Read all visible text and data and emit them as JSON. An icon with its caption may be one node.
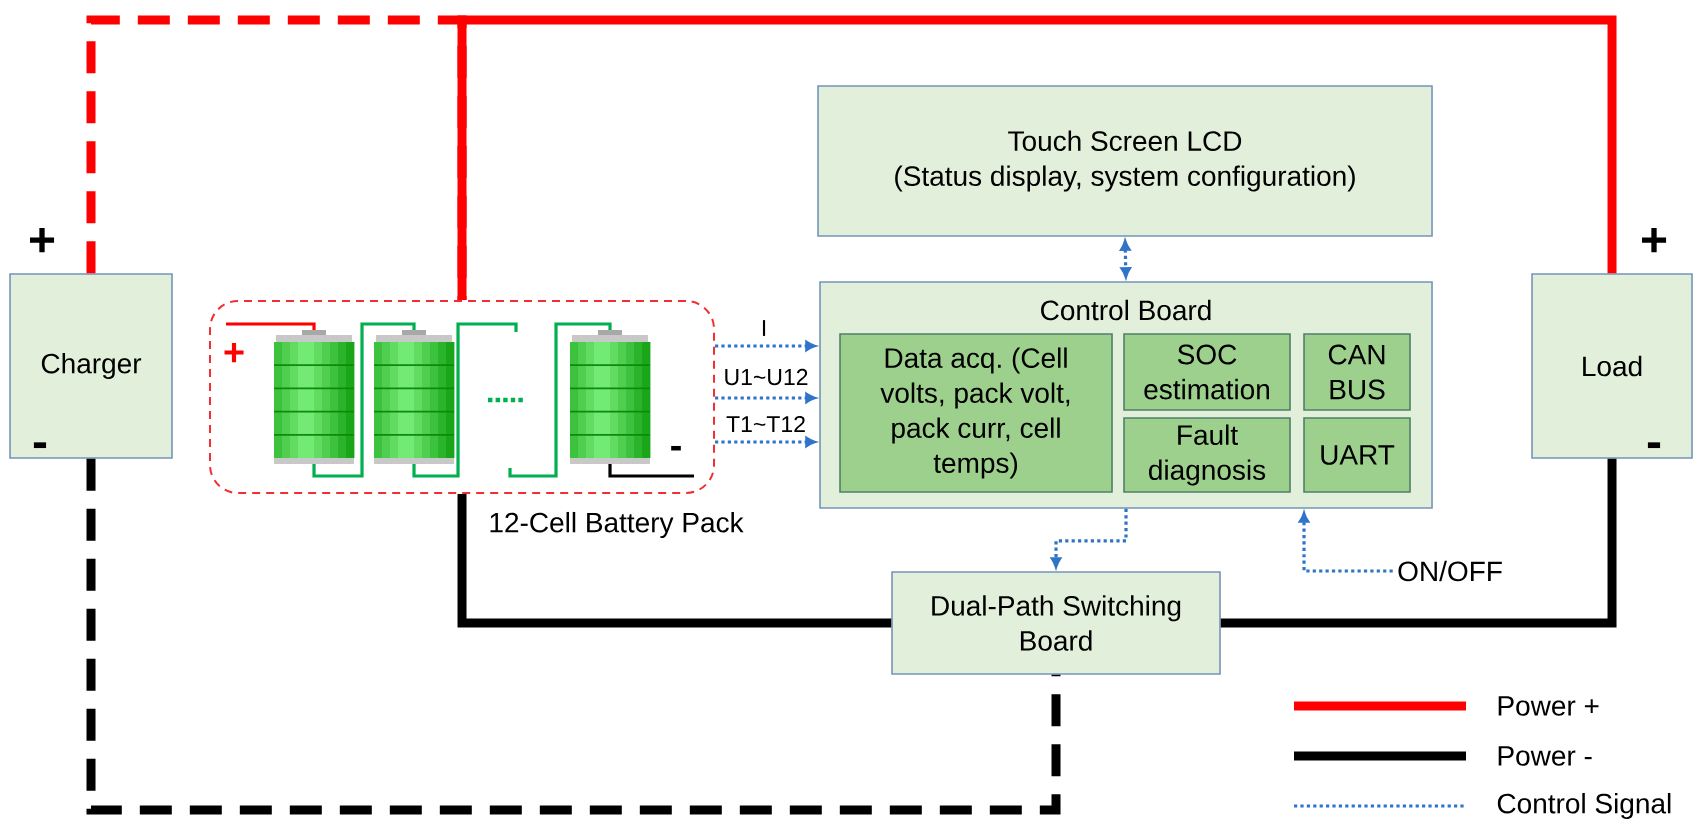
{
  "diagram": {
    "nodes": [
      {
        "text": [
          "Charger"
        ]
      },
      {
        "text": [
          "12-Cell Battery Pack"
        ]
      },
      {
        "text": [
          "Touch Screen LCD",
          "(Status display, system configuration)"
        ]
      },
      {
        "text": [
          "Control Board"
        ]
      },
      {
        "text": [
          "Data acq. (Cell volts, pack volt, pack curr, cell temps)"
        ],
        "in": 3
      },
      {
        "text": [
          "SOC estimation"
        ],
        "in": 3
      },
      {
        "text": [
          "CAN BUS"
        ],
        "in": 3
      },
      {
        "text": [
          "Fault diagnosis"
        ],
        "in": 3
      },
      {
        "text": [
          "UART"
        ],
        "in": 3
      },
      {
        "text": [
          "Load"
        ]
      },
      {
        "text": [
          "Dual-Path Switching Board"
        ]
      },
      {
        "text": [
          "ON/OFF"
        ]
      }
    ],
    "edges": [
      {
        "from": 0,
        "to": 1,
        "arrow": "none",
        "style": "dashed",
        "color": "#ff0000"
      },
      {
        "from": 1,
        "to": 9,
        "arrow": "none",
        "style": "thick",
        "color": "#ff0000"
      },
      {
        "from": 0,
        "to": 10,
        "arrow": "none",
        "style": "dashed",
        "color": "#000000"
      },
      {
        "from": 1,
        "to": 10,
        "arrow": "none",
        "style": "thick",
        "color": "#000000"
      },
      {
        "from": 10,
        "to": 9,
        "arrow": "none",
        "style": "thick",
        "color": "#000000"
      },
      {
        "from": 1,
        "to": 3,
        "arrow": "to",
        "label": "I",
        "style": "dashed"
      },
      {
        "from": 1,
        "to": 3,
        "arrow": "to",
        "label": "U1~U12",
        "style": "dashed"
      },
      {
        "from": 1,
        "to": 3,
        "arrow": "to",
        "label": "T1~T12",
        "style": "dashed"
      },
      {
        "from": 2,
        "to": 3,
        "arrow": "both",
        "style": "dashed"
      },
      {
        "from": 3,
        "to": 10,
        "arrow": "to",
        "style": "dashed"
      },
      {
        "from": 11,
        "to": 3,
        "arrow": "to",
        "style": "dashed"
      }
    ],
    "labels": [
      "+",
      "+",
      "+",
      "-",
      "-",
      "-"
    ],
    "legend": [
      {
        "text": "Power +"
      },
      {
        "text": "Power -"
      },
      {
        "text": "Control Signal"
      }
    ]
  }
}
